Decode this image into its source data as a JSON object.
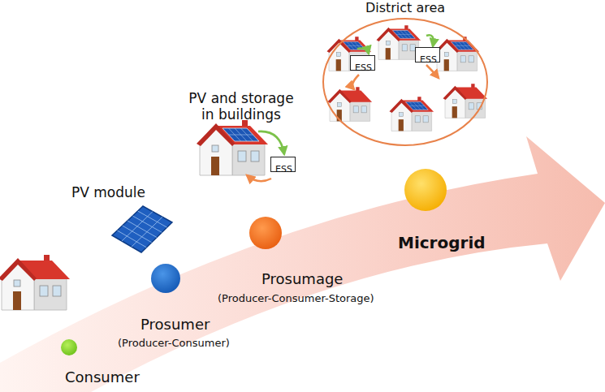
{
  "diagram": {
    "nodes": [
      {
        "text": [
          "District area"
        ]
      },
      {
        "text": [
          "ESS"
        ],
        "in": 0
      },
      {
        "text": [
          "ESS"
        ],
        "in": 0
      },
      {
        "text": [
          "ESS"
        ]
      }
    ],
    "labels": [
      "PV and storage in buildings",
      "PV module",
      "Prosumage",
      "(Producer-Consumer-Storage)",
      "Microgrid",
      "Prosumer",
      "(Producer-Consumer)",
      "Consumer"
    ]
  }
}
